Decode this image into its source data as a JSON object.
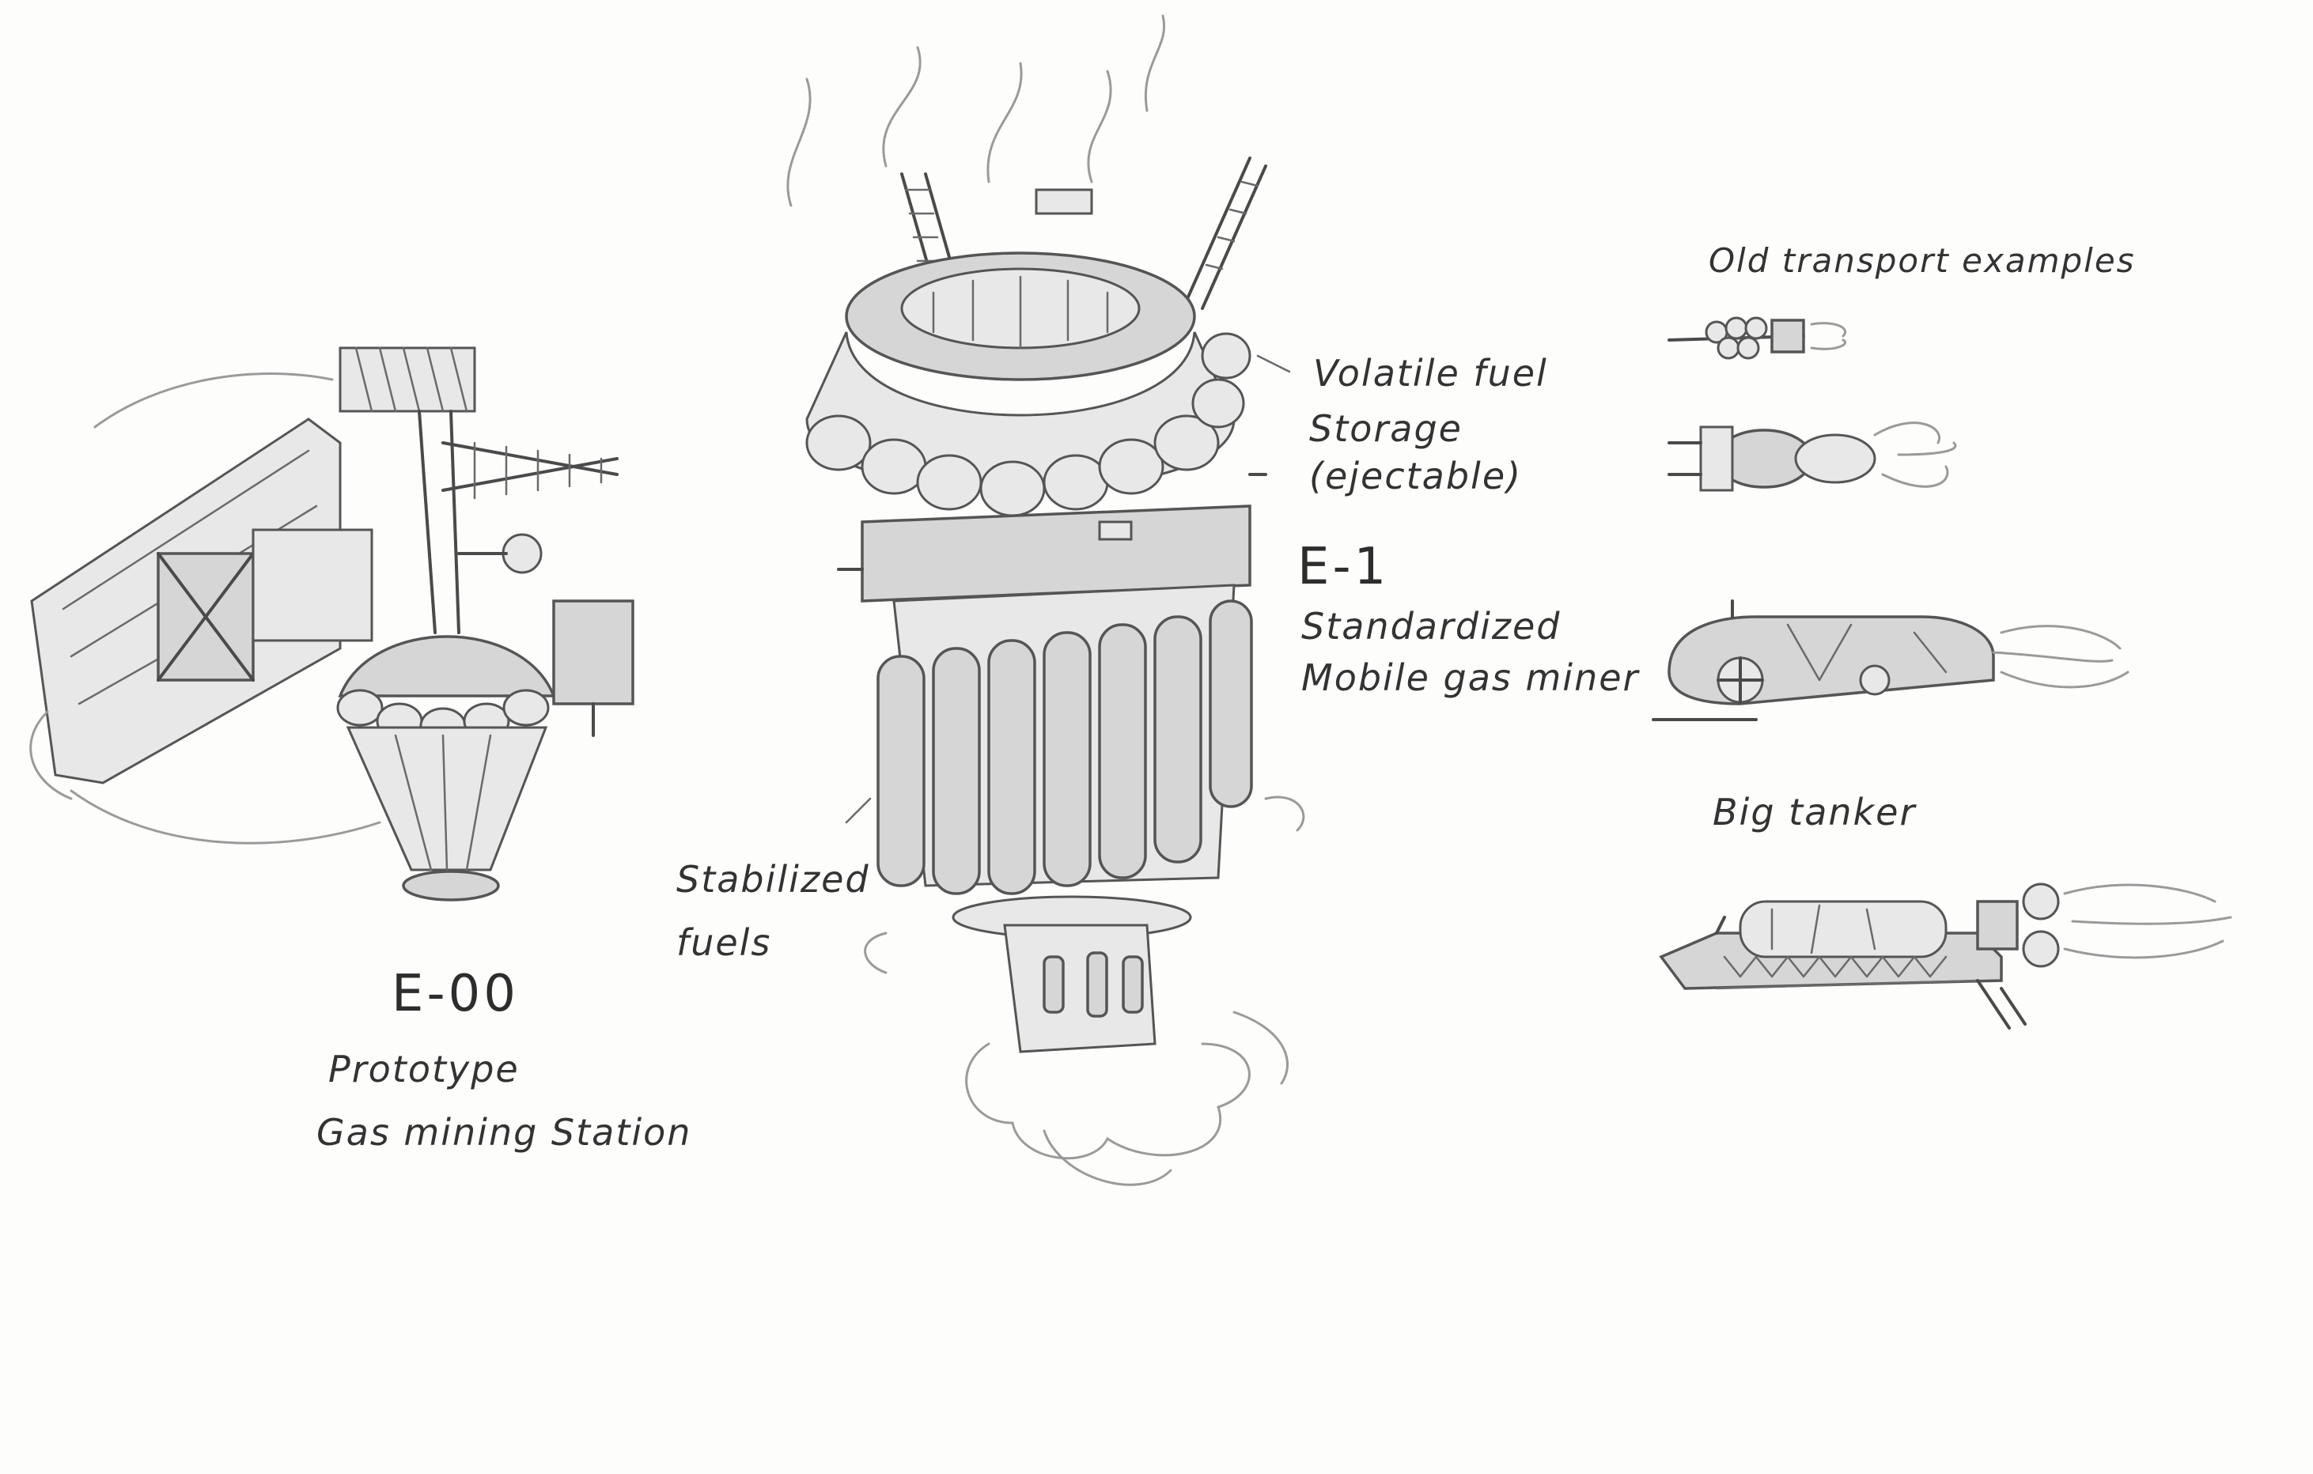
{
  "labels": {
    "e00_title": "E-00",
    "e00_line1": "Prototype",
    "e00_line2": "Gas mining Station",
    "e1_title": "E-1",
    "e1_line1": "Standardized",
    "e1_line2": "Mobile gas miner",
    "volatile_line1": "Volatile fuel",
    "volatile_line2": "Storage",
    "volatile_line3": "(ejectable)",
    "stabilized_line1": "Stabilized",
    "stabilized_line2": "fuels",
    "old_transport": "Old transport examples",
    "big_tanker": "Big tanker"
  },
  "colors": {
    "paper": "#fdfdfc",
    "pencil": "#4a4a4a",
    "shade": "#d6d6d6"
  }
}
